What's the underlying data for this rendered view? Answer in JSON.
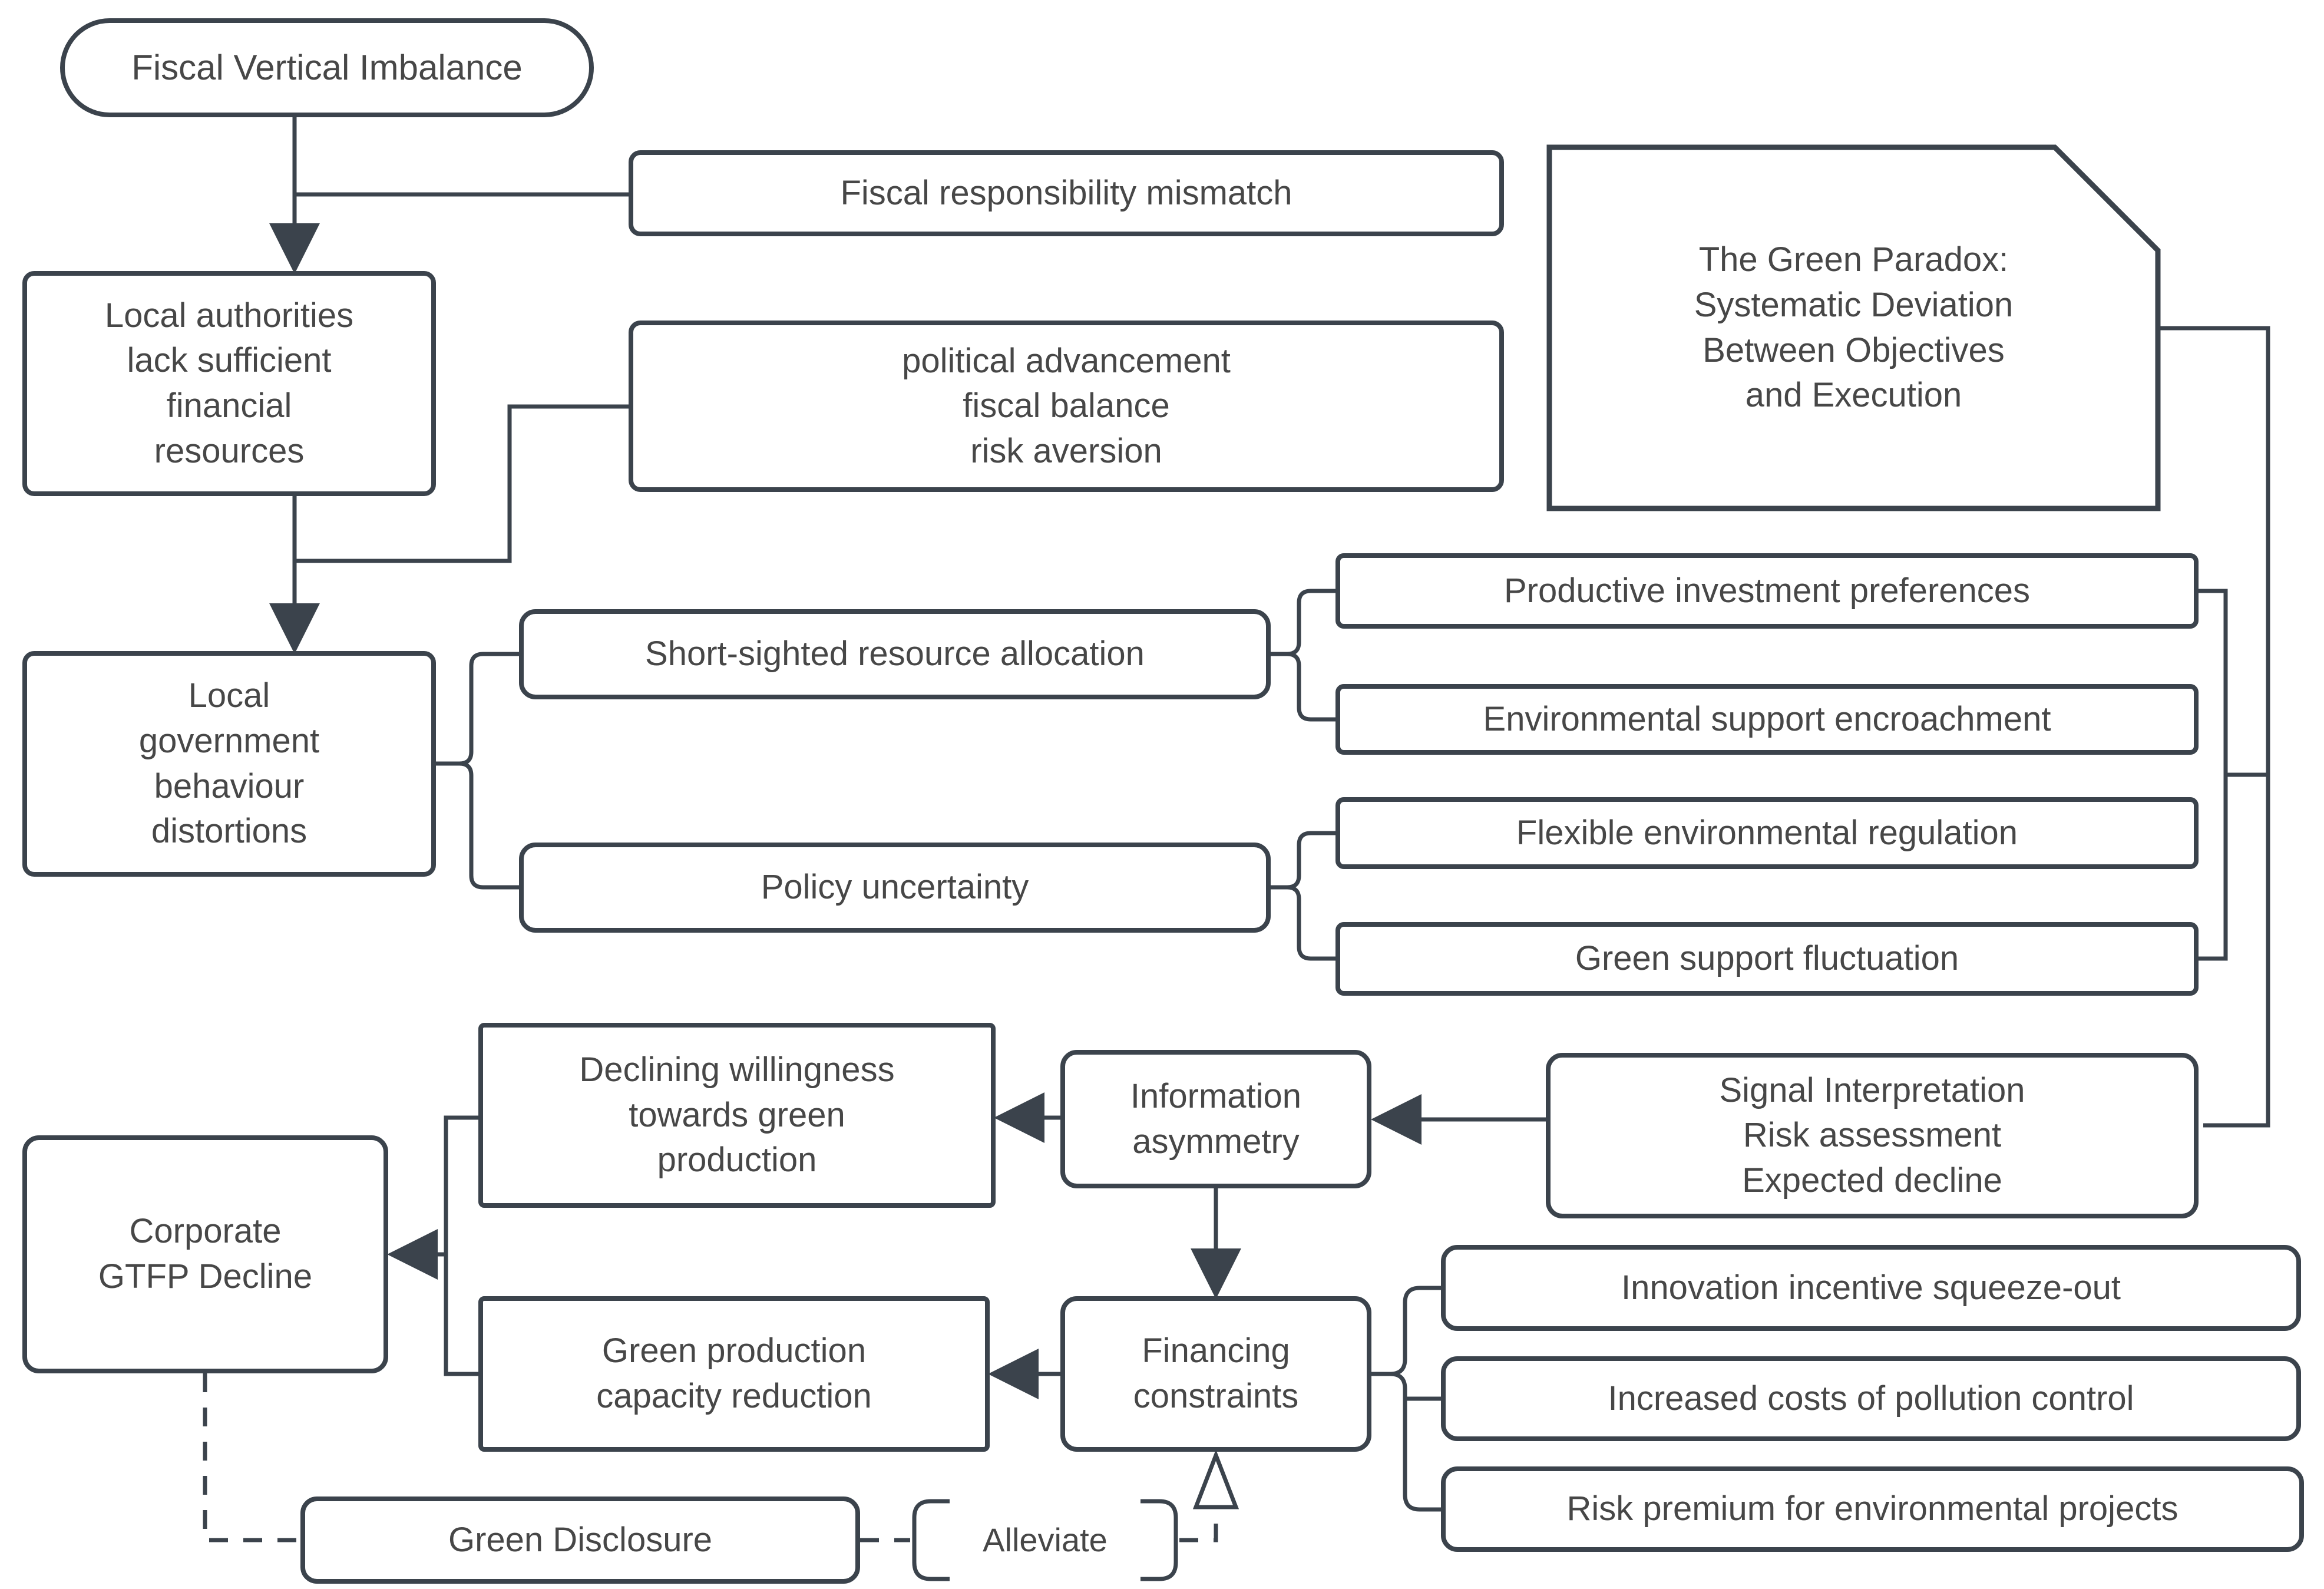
{
  "colors": {
    "border": "#3b434c",
    "line": "#3b434c",
    "text": "#474747",
    "boxbg": "#ffffff",
    "pagebg": "#ffffff"
  },
  "nodes": {
    "fvi": {
      "label": "Fiscal Vertical Imbalance"
    },
    "mismatch": {
      "label": "Fiscal responsibility mismatch"
    },
    "local_auth": {
      "label": "Local authorities\nlack sufficient\nfinancial\nresources"
    },
    "political": {
      "label": "political advancement\nfiscal balance\nrisk aversion"
    },
    "paradox": {
      "label": "The Green Paradox:\nSystematic Deviation\nBetween Objectives\nand Execution"
    },
    "local_gov": {
      "label": "Local\ngovernment\nbehaviour\ndistortions"
    },
    "short_sighted": {
      "label": "Short-sighted resource allocation"
    },
    "productive": {
      "label": "Productive investment preferences"
    },
    "encroachment": {
      "label": "Environmental support encroachment"
    },
    "policy": {
      "label": "Policy uncertainty"
    },
    "flexible": {
      "label": "Flexible environmental regulation"
    },
    "fluctuation": {
      "label": "Green support fluctuation"
    },
    "declining": {
      "label": "Declining willingness\ntowards green\nproduction"
    },
    "info_asym": {
      "label": "Information\nasymmetry"
    },
    "signal": {
      "label": "Signal Interpretation\nRisk assessment\nExpected decline"
    },
    "corporate": {
      "label": "Corporate\nGTFP Decline"
    },
    "green_prod": {
      "label": "Green production\ncapacity reduction"
    },
    "financing": {
      "label": "Financing\nconstraints"
    },
    "innovation": {
      "label": "Innovation incentive squeeze-out"
    },
    "pollution": {
      "label": "Increased costs of pollution control"
    },
    "risk_premium": {
      "label": "Risk premium for environmental projects"
    },
    "green_disclosure": {
      "label": "Green Disclosure"
    },
    "alleviate": {
      "label": "Alleviate"
    }
  }
}
